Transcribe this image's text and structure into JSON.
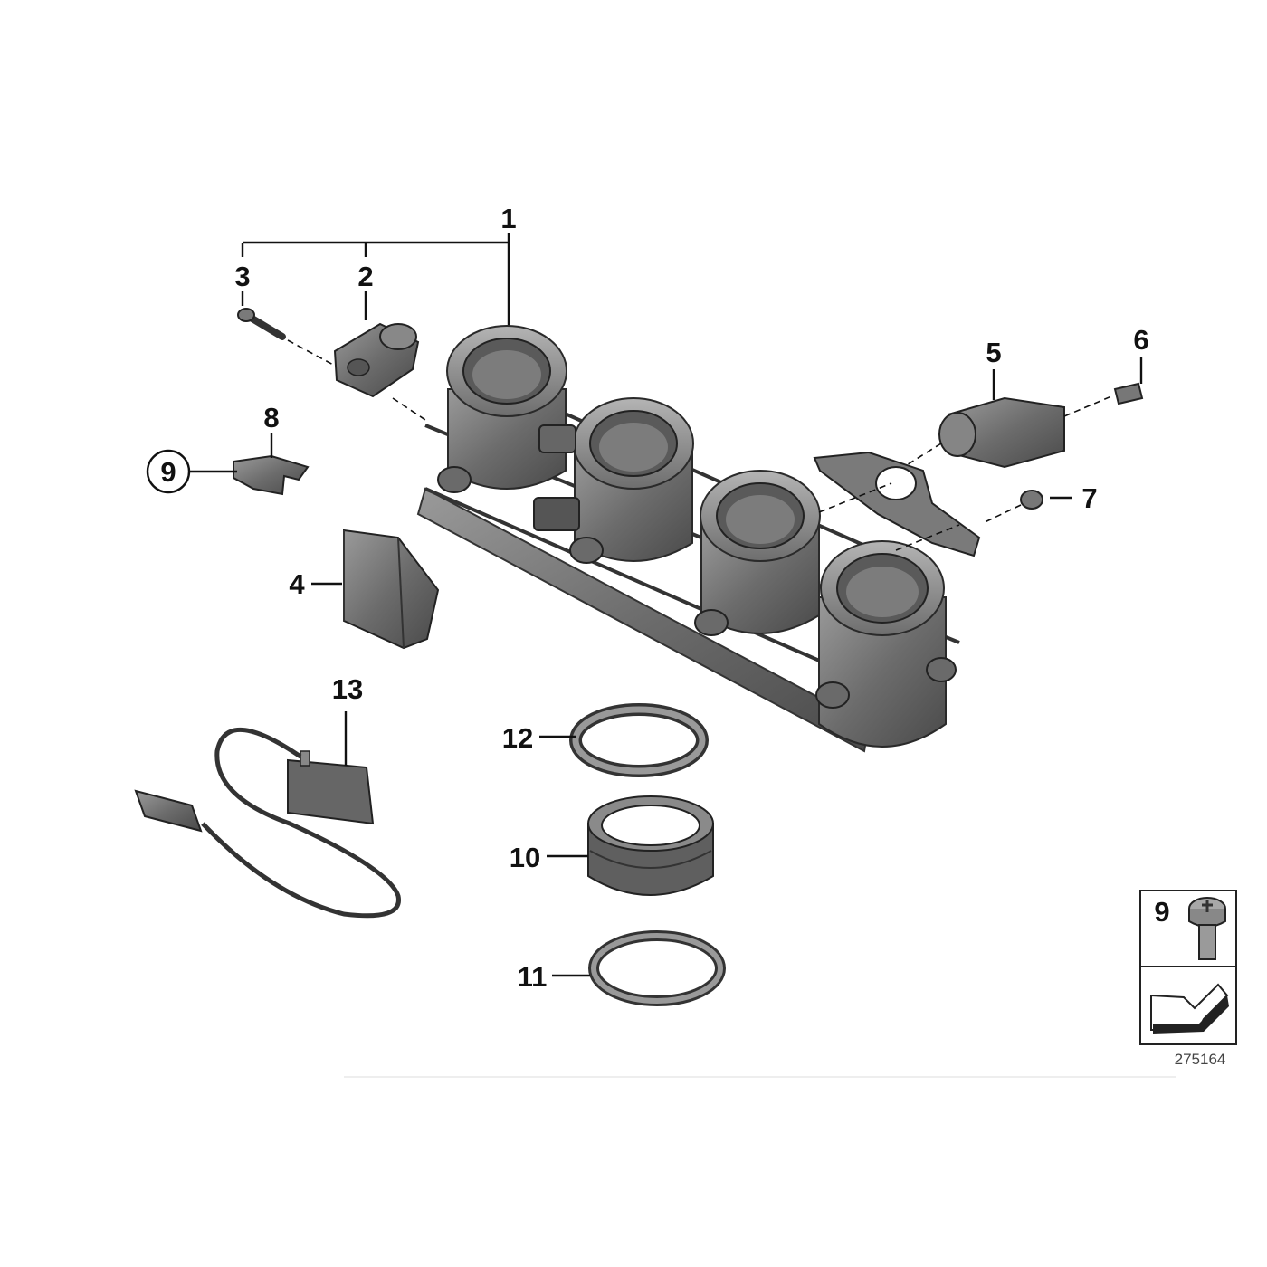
{
  "callouts": {
    "c1": "1",
    "c2": "2",
    "c3": "3",
    "c4": "4",
    "c5": "5",
    "c6": "6",
    "c7": "7",
    "c8": "8",
    "c9": "9",
    "c10": "10",
    "c11": "11",
    "c12": "12",
    "c13": "13"
  },
  "legend": {
    "item_number": "9"
  },
  "catalog_number": "275164"
}
